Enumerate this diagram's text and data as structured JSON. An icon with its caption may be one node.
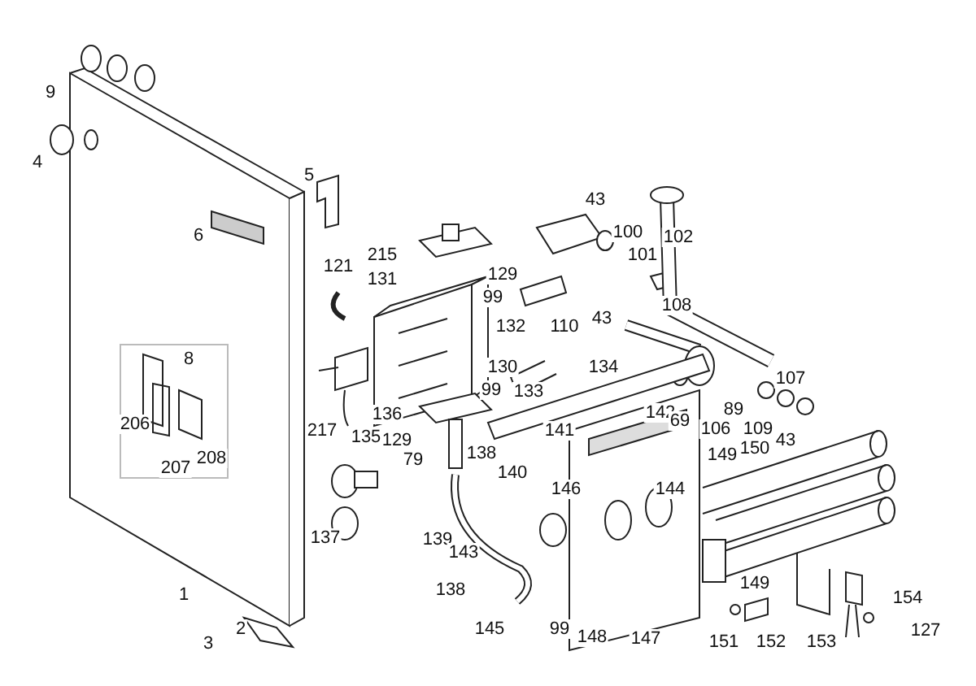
{
  "diagram": {
    "labels": [
      "9",
      "4",
      "5",
      "6",
      "43",
      "100",
      "102",
      "101",
      "215",
      "129",
      "121",
      "131",
      "99",
      "43",
      "108",
      "110",
      "132",
      "130",
      "99",
      "133",
      "134",
      "8",
      "107",
      "206",
      "207",
      "208",
      "217",
      "135",
      "136",
      "129",
      "79",
      "142",
      "89",
      "69",
      "106",
      "109",
      "43",
      "141",
      "138",
      "140",
      "149",
      "150",
      "144",
      "146",
      "137",
      "139",
      "143",
      "138",
      "1",
      "145",
      "99",
      "148",
      "147",
      "149",
      "154",
      "2",
      "3",
      "151",
      "152",
      "153",
      "127"
    ]
  }
}
